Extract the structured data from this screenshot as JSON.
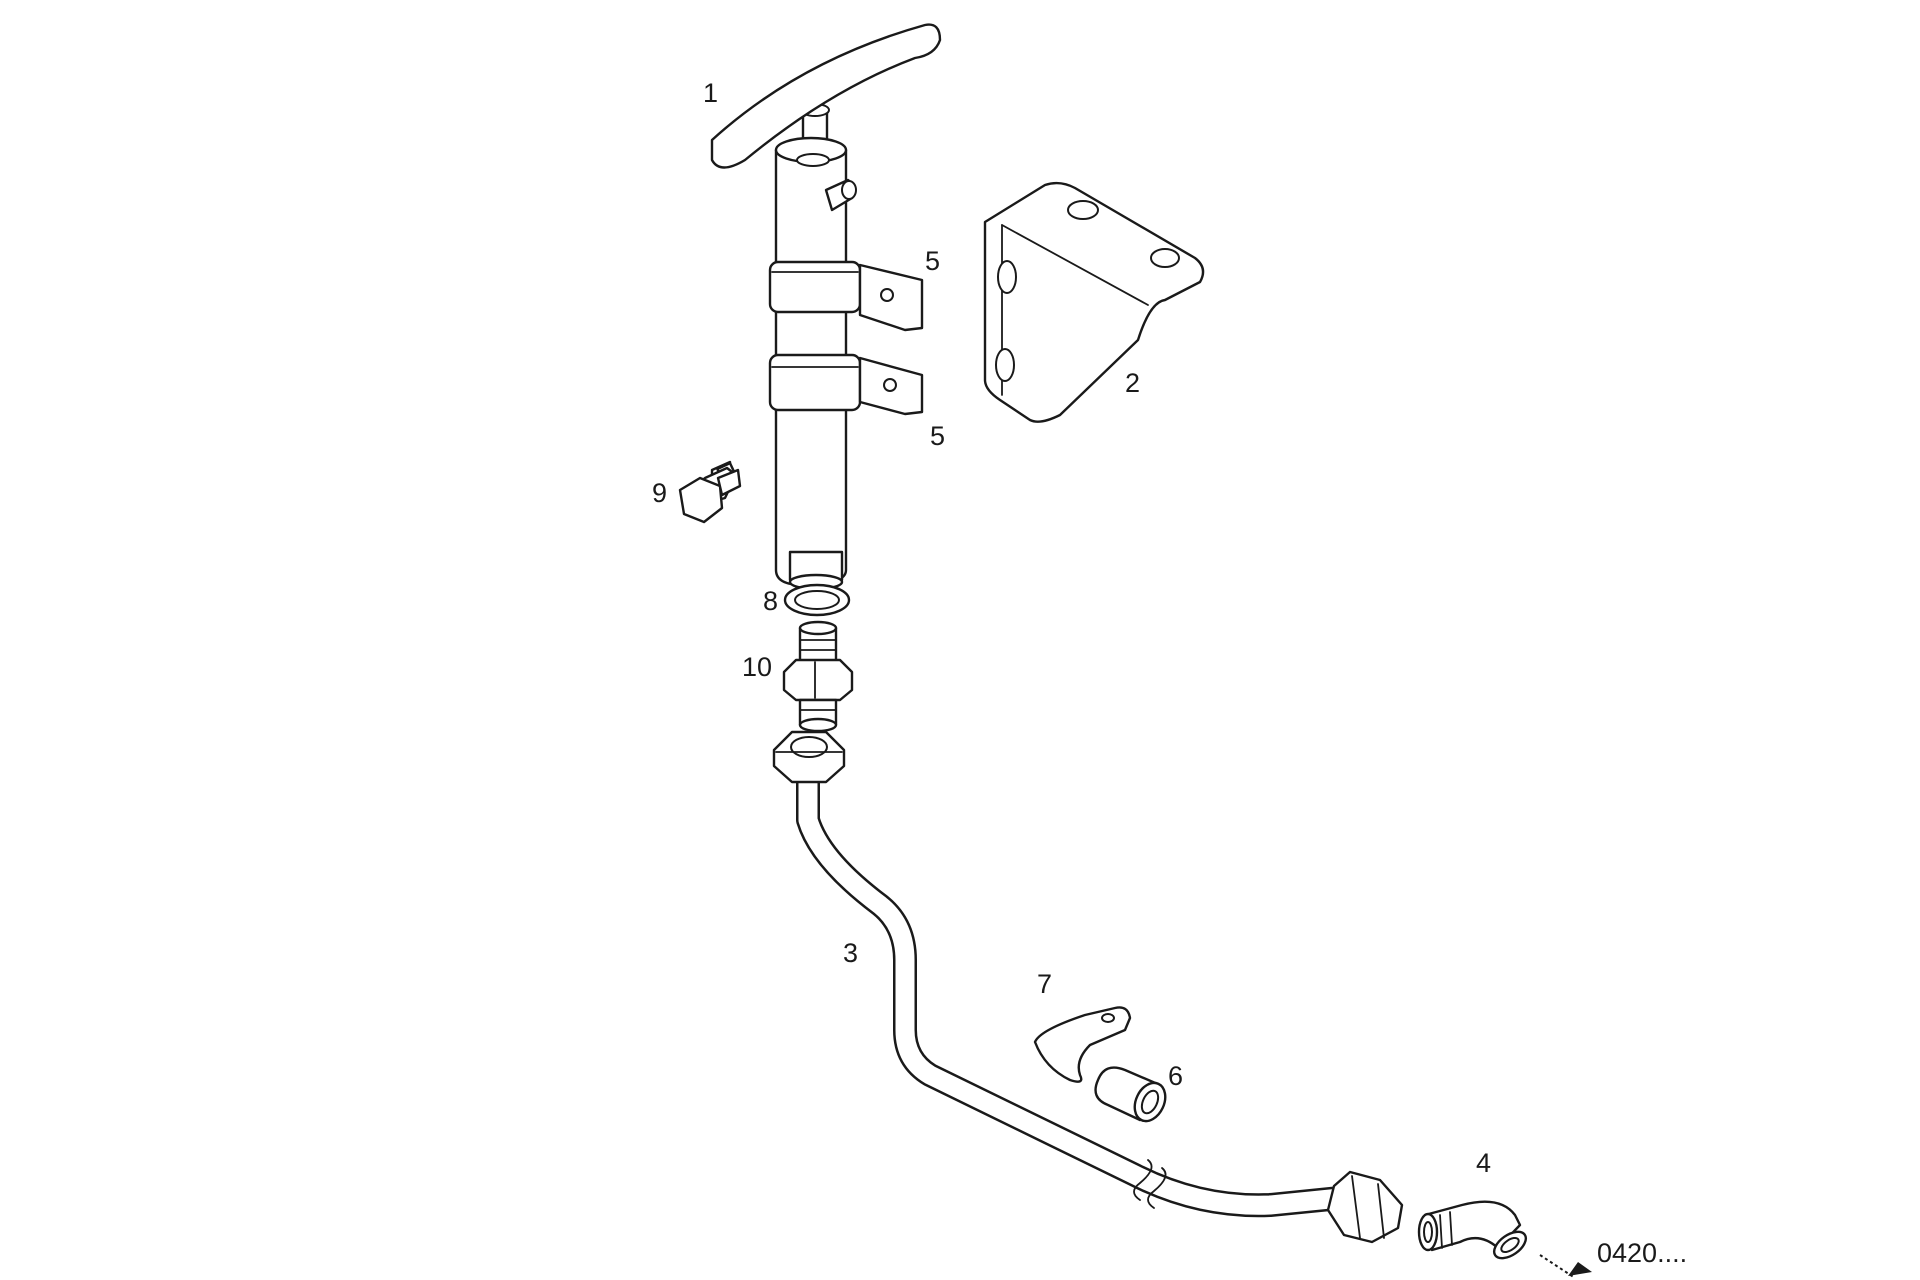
{
  "diagram": {
    "callouts": [
      {
        "id": "1",
        "label": "1"
      },
      {
        "id": "2",
        "label": "2"
      },
      {
        "id": "3",
        "label": "3"
      },
      {
        "id": "4",
        "label": "4"
      },
      {
        "id": "5a",
        "label": "5"
      },
      {
        "id": "5b",
        "label": "5"
      },
      {
        "id": "6",
        "label": "6"
      },
      {
        "id": "7",
        "label": "7"
      },
      {
        "id": "8",
        "label": "8"
      },
      {
        "id": "9",
        "label": "9"
      },
      {
        "id": "10",
        "label": "10"
      }
    ],
    "reference": "0420...."
  }
}
